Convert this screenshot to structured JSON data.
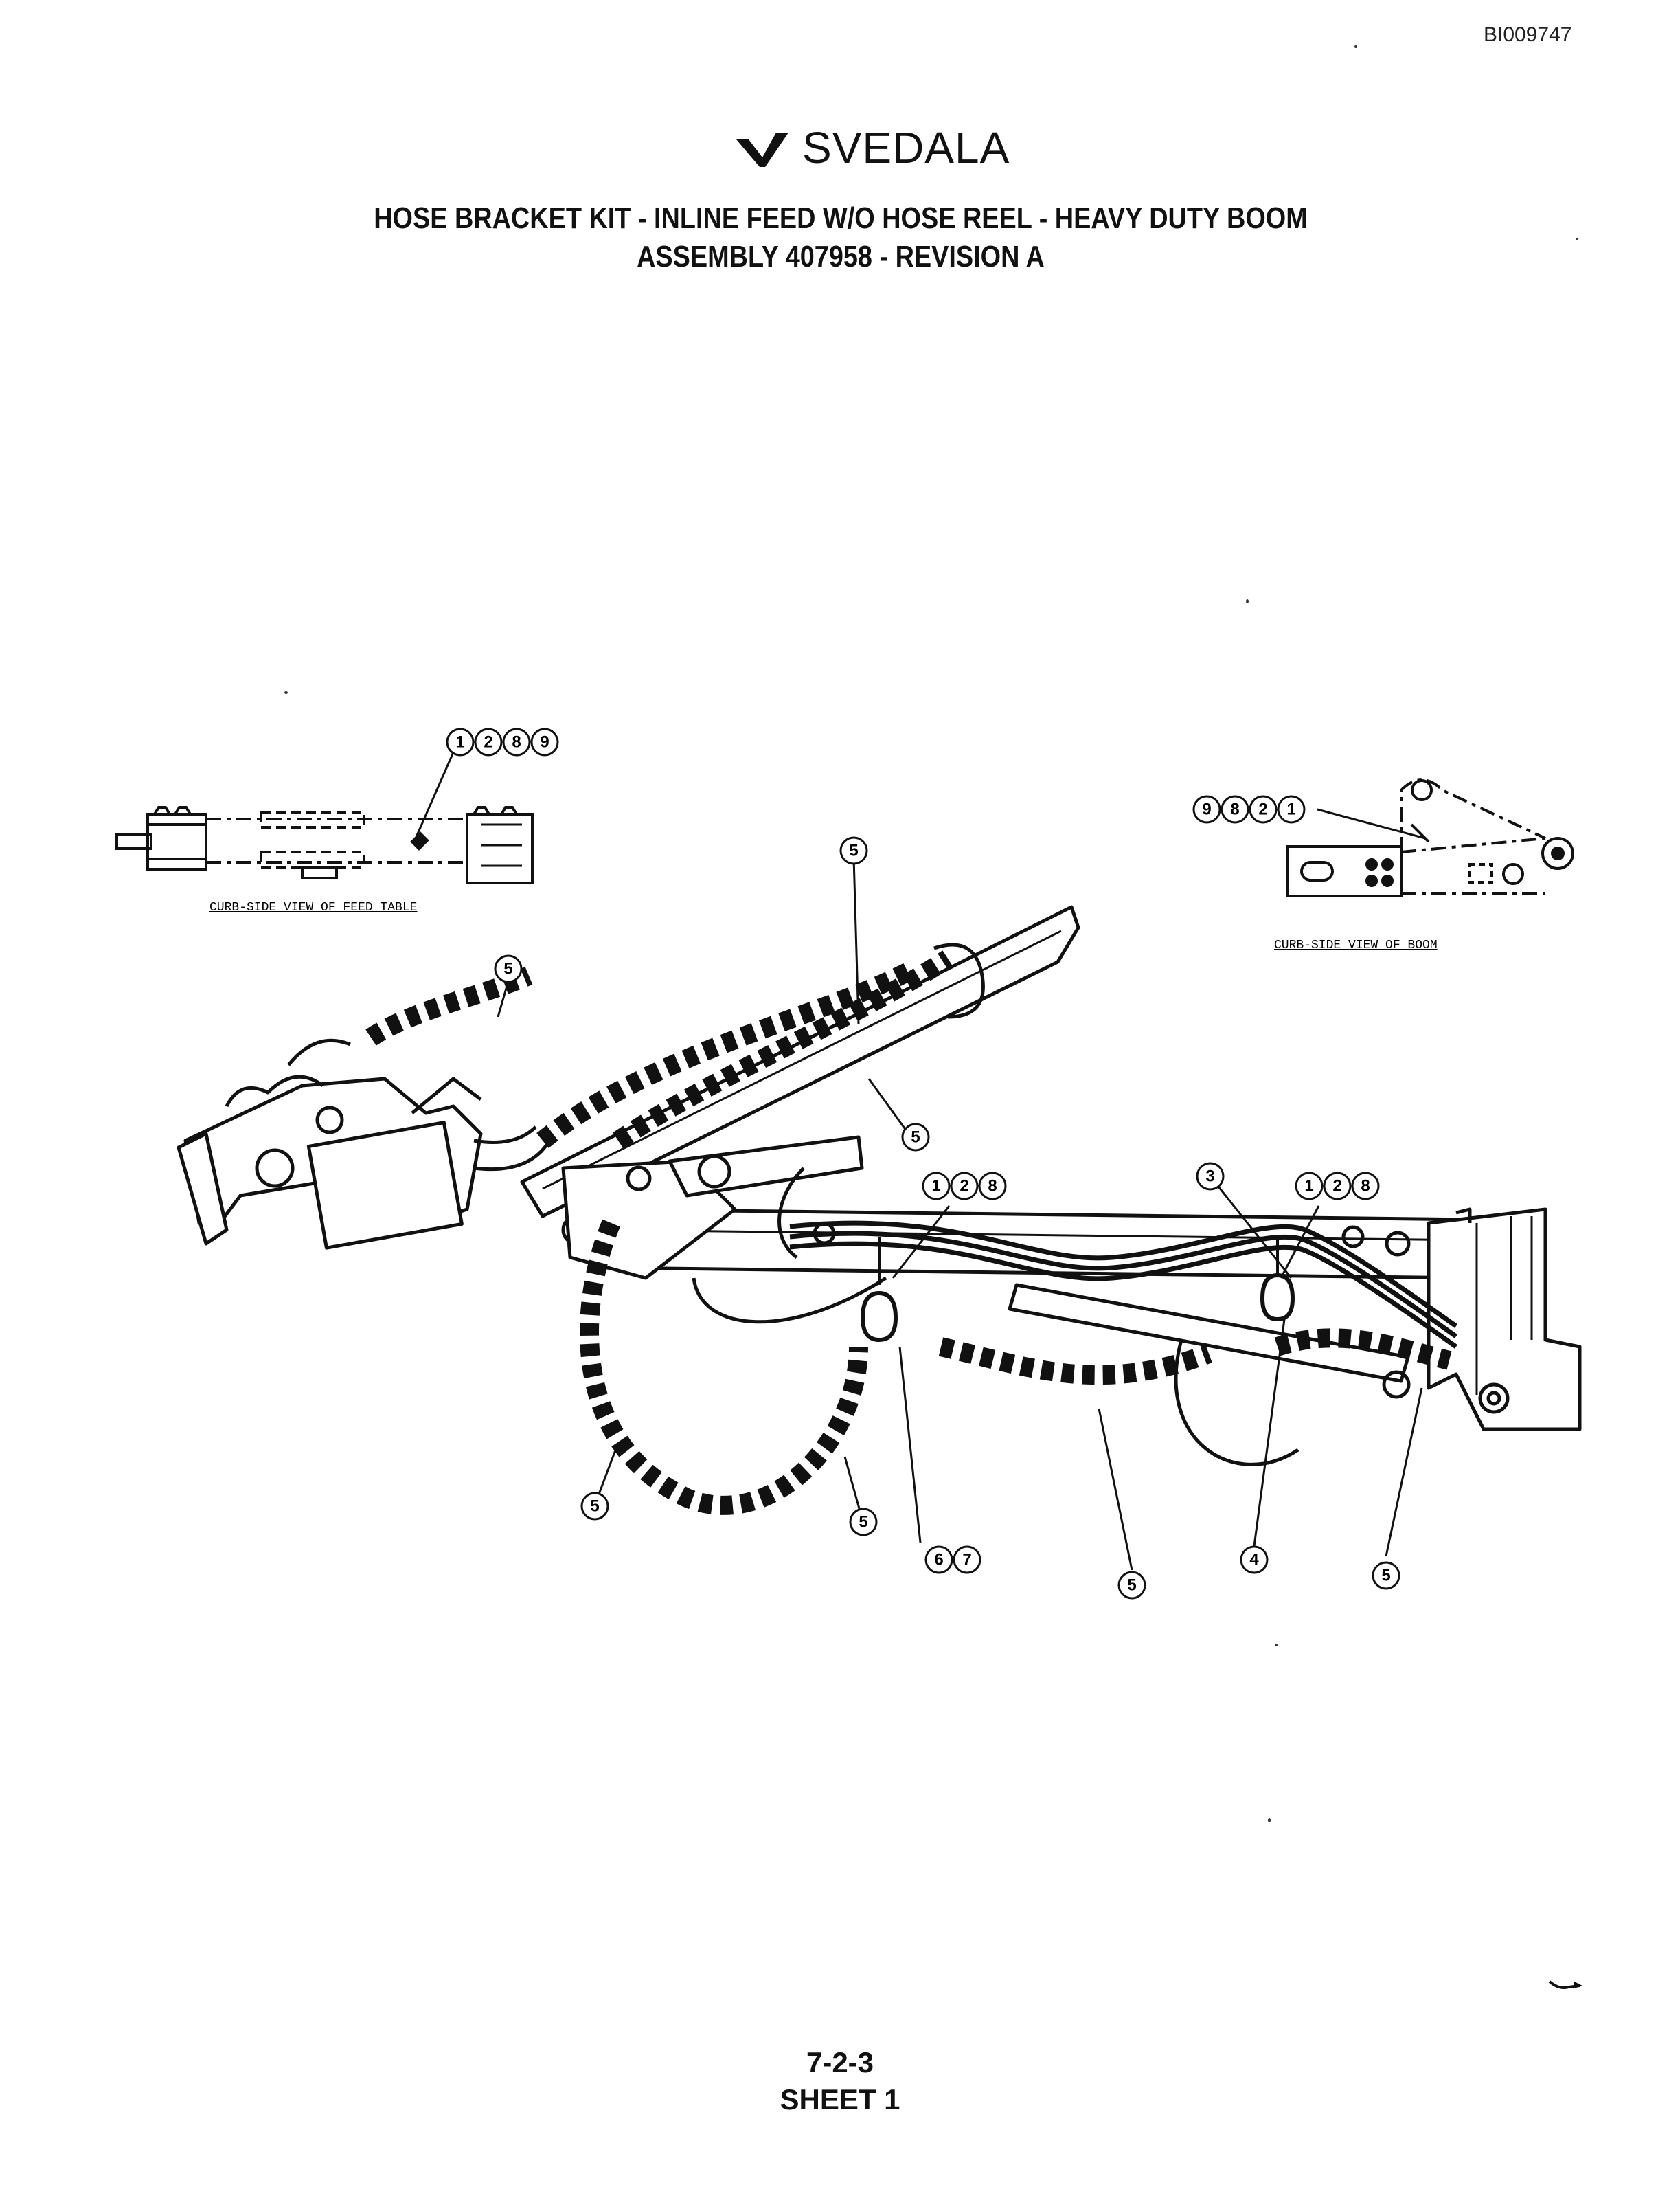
{
  "header": {
    "doc_id": "BI009747",
    "brand": "SVEDALA",
    "title_line1": "HOSE BRACKET KIT - INLINE FEED W/O HOSE REEL - HEAVY DUTY BOOM",
    "title_line2": "ASSEMBLY 407958 - REVISION A"
  },
  "views": {
    "feed_table_label": "CURB-SIDE VIEW OF FEED TABLE",
    "boom_label": "CURB-SIDE VIEW OF BOOM"
  },
  "callouts": {
    "feed_table": [
      "1",
      "2",
      "8",
      "9"
    ],
    "boom_detail": [
      "9",
      "8",
      "2",
      "1"
    ],
    "main_group_a": [
      "1",
      "2",
      "8"
    ],
    "main_group_b": [
      "1",
      "2",
      "8"
    ],
    "item_3": "3",
    "item_4": "4",
    "items_6_7": [
      "6",
      "7"
    ],
    "spiral_wrap": "5"
  },
  "footer": {
    "page": "7-2-3",
    "sheet": "SHEET 1"
  }
}
